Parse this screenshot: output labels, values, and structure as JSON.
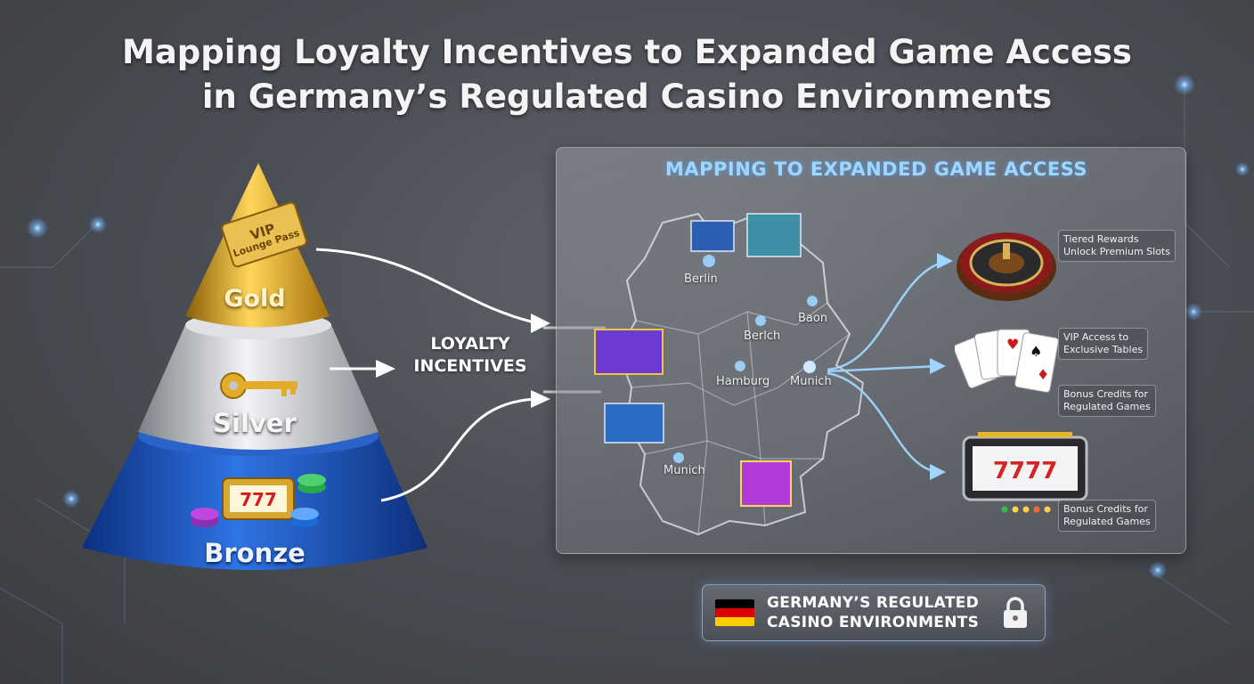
{
  "title": {
    "line1": "Mapping Loyalty Incentives to Expanded Game Access",
    "line2": "in Germany’s Regulated Casino Environments"
  },
  "pyramid": {
    "gold": {
      "label": "Gold",
      "card_line1": "VIP",
      "card_line2": "Lounge Pass"
    },
    "silver": {
      "label": "Silver"
    },
    "bronze": {
      "label": "Bronze"
    }
  },
  "connector_label": {
    "line1": "LOYALTY",
    "line2": "INCENTIVES"
  },
  "map": {
    "heading": "MAPPING TO EXPANDED GAME ACCESS",
    "cities": [
      "Berlin",
      "Berlch",
      "Baon",
      "Hamburg",
      "Munich",
      "Munich"
    ]
  },
  "rewards": [
    {
      "line1": "Tiered Rewards",
      "line2": "Unlock Premium Slots"
    },
    {
      "line1": "VIP Access to",
      "line2": "Exclusive Tables"
    },
    {
      "line1": "Bonus Credits for",
      "line2": "Regulated Games"
    },
    {
      "line1": "Bonus Credits for",
      "line2": "Regulated Games"
    }
  ],
  "badge": {
    "line1": "GERMANY’S REGULATED",
    "line2": "CASINO ENVIRONMENTS"
  },
  "colors": {
    "gold": "#e8b42a",
    "silver": "#c9ccd1",
    "bronze": "#1f5bc7",
    "accent_blue": "#9fd6ff",
    "flag_black": "#000000",
    "flag_red": "#dd0000",
    "flag_gold": "#ffce00"
  }
}
